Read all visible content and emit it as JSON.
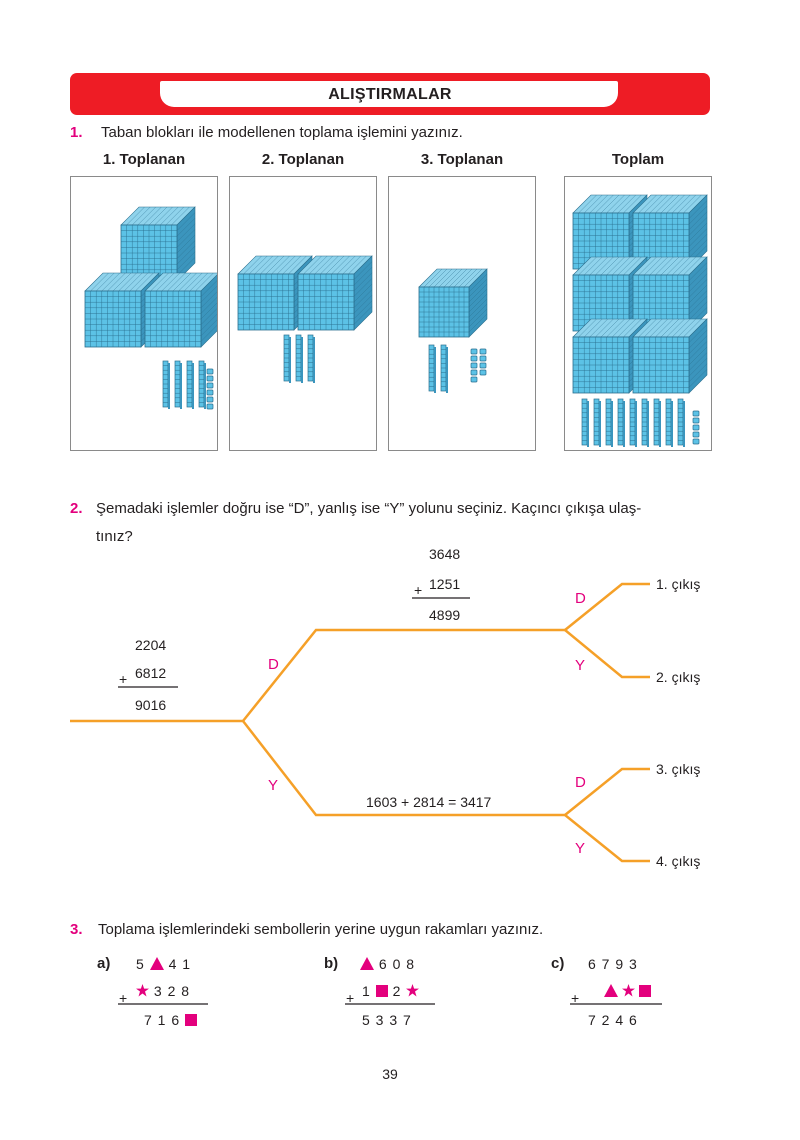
{
  "header": {
    "title": "ALIŞTIRMALAR"
  },
  "q1": {
    "number": "1.",
    "text": "Taban blokları ile modellenen toplama işlemini yazınız.",
    "columns": [
      "1. Toplanan",
      "2. Toplanan",
      "3. Toplanan",
      "Toplam"
    ],
    "blocks": [
      {
        "hundreds": 3,
        "tens": 4,
        "ones": 6
      },
      {
        "hundreds": 2,
        "tens": 3,
        "ones": 0
      },
      {
        "hundreds": 1,
        "tens": 2,
        "ones": 9
      },
      {
        "hundreds": 6,
        "tens": 9,
        "ones": 5
      }
    ]
  },
  "q2": {
    "number": "2.",
    "text_line1": "Şemadaki işlemler doğru ise “D”, yanlış ise “Y” yolunu seçiniz. Kaçıncı çıkışa ulaş-",
    "text_line2": "tınız?",
    "op1": {
      "a": "2204",
      "b": "6812",
      "sum": "9016",
      "plus": "+"
    },
    "op2": {
      "a": "3648",
      "b": "1251",
      "sum": "4899",
      "plus": "+"
    },
    "op3": "1603 + 2814 = 3417",
    "d_label": "D",
    "y_label": "Y",
    "exits": [
      "1. çıkış",
      "2. çıkış",
      "3. çıkış",
      "4. çıkış"
    ]
  },
  "q3": {
    "number": "3.",
    "text": "Toplama işlemlerindeki sembollerin yerine uygun rakamları yazınız.",
    "plus": "+",
    "a": {
      "label": "a)",
      "d1": "5",
      "d3": "4 1",
      "d5": "3 2 8",
      "sum": "7 1 6"
    },
    "b": {
      "label": "b)",
      "d2": "6 0 8",
      "d3": "1",
      "d4": "2",
      "sum": "5 3 3 7"
    },
    "c": {
      "label": "c)",
      "top": "6 7 9 3",
      "sum": "7 2 4 6"
    },
    "symbol_color": "#e3007d"
  },
  "page_number": "39"
}
